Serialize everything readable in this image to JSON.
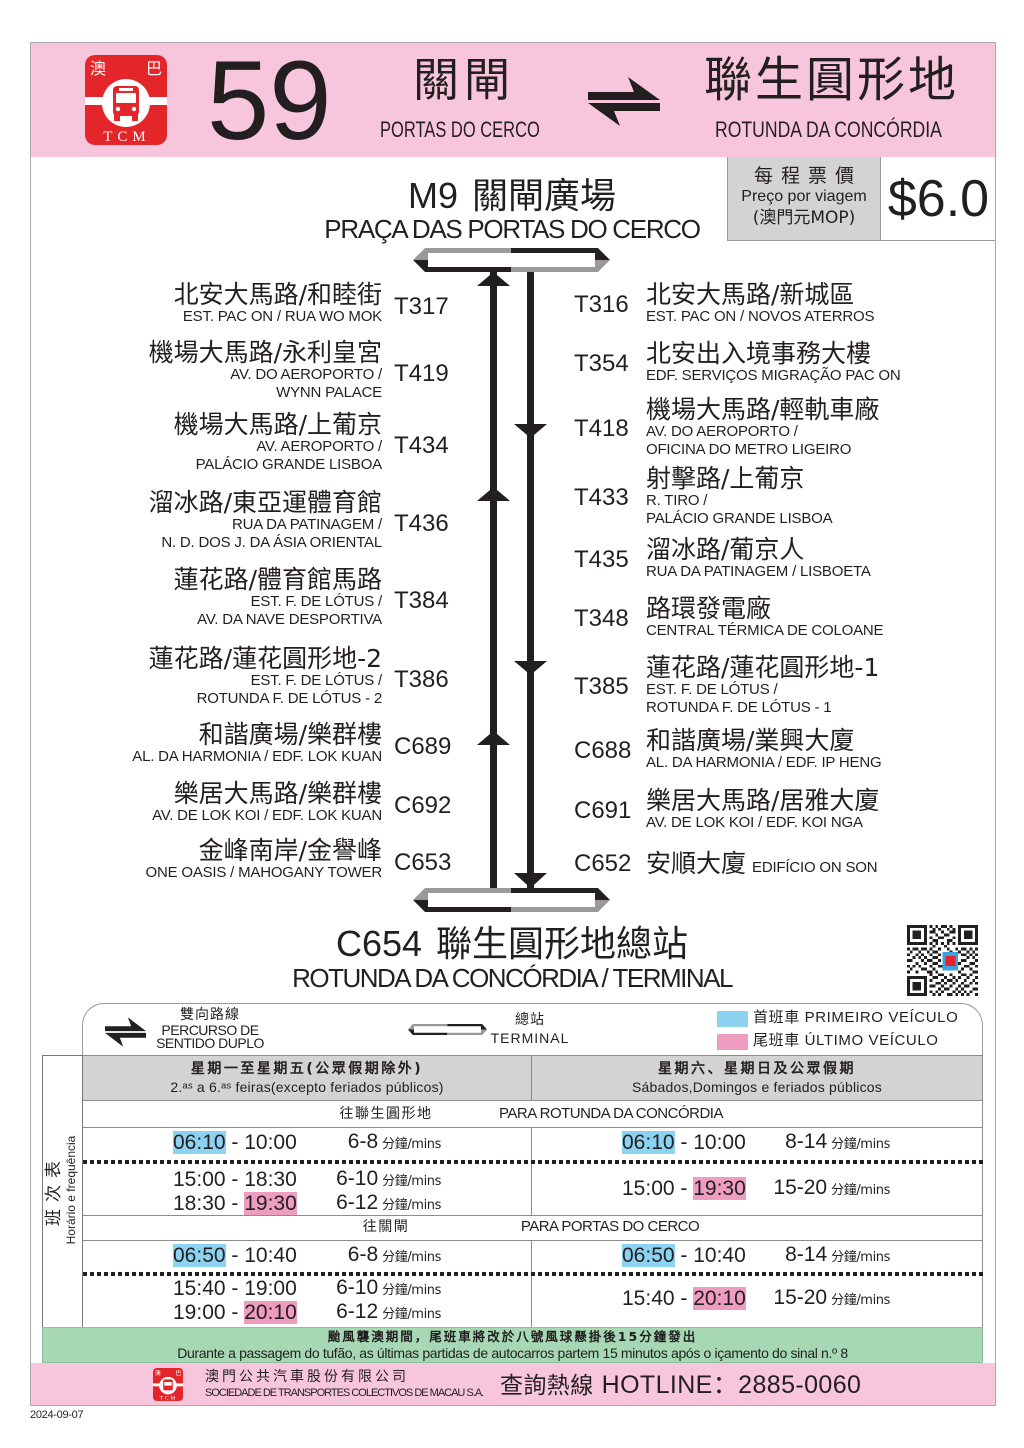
{
  "colors": {
    "header_pink": "#F8C6DC",
    "brand_red": "#E4262B",
    "fare_gray": "#D3D3D3",
    "first_bus_blue": "#8BD3F0",
    "last_bus_pink": "#EE9CC0",
    "notice_green": "#A6D8B4",
    "text": "#231F20"
  },
  "header": {
    "logo": {
      "char_left": "澳",
      "char_right": "巴",
      "brand": "TCM"
    },
    "route_number": "59",
    "origin": {
      "zh": "關閘",
      "pt": "PORTAS DO CERCO"
    },
    "direction_icon": "bidirectional-arrows-icon",
    "destination": {
      "zh": "聯生圓形地",
      "pt": "ROTUNDA DA CONCÓRDIA"
    }
  },
  "fare": {
    "label_zh": "每程票價",
    "label_pt": "Preço por viagem",
    "currency": "(澳門元MOP)",
    "amount": "$6.0"
  },
  "route_map": {
    "start_terminal": {
      "code": "M9",
      "zh": "關閘廣場",
      "pt": "PRAÇA DAS PORTAS DO CERCO"
    },
    "end_terminal": {
      "code": "C654",
      "zh": "聯生圓形地總站",
      "pt": "ROTUNDA DA CONCÓRDIA / TERMINAL"
    },
    "left_stops_arrow": "up",
    "left_stops": [
      {
        "code": "T317",
        "zh": "北安大馬路/和睦街",
        "pt": [
          "EST. PAC ON / RUA WO MOK"
        ]
      },
      {
        "code": "T419",
        "zh": "機場大馬路/永利皇宮",
        "pt": [
          "AV. DO AEROPORTO /",
          "WYNN PALACE"
        ]
      },
      {
        "code": "T434",
        "zh": "機場大馬路/上葡京",
        "pt": [
          "AV. AEROPORTO /",
          "PALÁCIO GRANDE LISBOA"
        ]
      },
      {
        "code": "T436",
        "zh": "溜冰路/東亞運體育館",
        "pt": [
          "RUA DA PATINAGEM /",
          "N. D. DOS J. DA ÁSIA ORIENTAL"
        ]
      },
      {
        "code": "T384",
        "zh": "蓮花路/體育館馬路",
        "pt": [
          "EST. F. DE LÓTUS /",
          "AV. DA NAVE DESPORTIVA"
        ]
      },
      {
        "code": "T386",
        "zh": "蓮花路/蓮花圓形地-2",
        "pt": [
          "EST. F. DE LÓTUS /",
          "ROTUNDA F. DE LÓTUS - 2"
        ]
      },
      {
        "code": "C689",
        "zh": "和諧廣場/樂群樓",
        "pt": [
          "AL. DA HARMONIA / EDF. LOK KUAN"
        ]
      },
      {
        "code": "C692",
        "zh": "樂居大馬路/樂群樓",
        "pt": [
          "AV. DE LOK KOI / EDF. LOK KUAN"
        ]
      },
      {
        "code": "C653",
        "zh": "金峰南岸/金譽峰",
        "pt": [
          "ONE OASIS / MAHOGANY TOWER"
        ]
      }
    ],
    "right_stops_arrow": "down",
    "right_stops": [
      {
        "code": "T316",
        "zh": "北安大馬路/新城區",
        "pt": [
          "EST. PAC ON / NOVOS ATERROS"
        ]
      },
      {
        "code": "T354",
        "zh": "北安出入境事務大樓",
        "pt": [
          "EDF. SERVIÇOS MIGRAÇÃO PAC ON"
        ]
      },
      {
        "code": "T418",
        "zh": "機場大馬路/輕軌車廠",
        "pt": [
          "AV. DO AEROPORTO /",
          "OFICINA DO METRO LIGEIRO"
        ]
      },
      {
        "code": "T433",
        "zh": "射擊路/上葡京",
        "pt": [
          "R. TIRO /",
          "PALÁCIO GRANDE LISBOA"
        ]
      },
      {
        "code": "T435",
        "zh": "溜冰路/葡京人",
        "pt": [
          "RUA DA PATINAGEM / LISBOETA"
        ]
      },
      {
        "code": "T348",
        "zh": "路環發電廠",
        "pt": [
          "CENTRAL TÉRMICA DE COLOANE"
        ]
      },
      {
        "code": "T385",
        "zh": "蓮花路/蓮花圓形地-1",
        "pt": [
          "EST. F. DE LÓTUS /",
          "ROTUNDA F. DE LÓTUS - 1"
        ]
      },
      {
        "code": "C688",
        "zh": "和諧廣場/業興大廈",
        "pt": [
          "AL. DA HARMONIA / EDF. IP HENG"
        ]
      },
      {
        "code": "C691",
        "zh": "樂居大馬路/居雅大廈",
        "pt": [
          "AV. DE LOK KOI / EDF. KOI NGA"
        ]
      },
      {
        "code": "C652",
        "zh": "安順大廈",
        "pt": [
          "EDIFÍCIO ON SON"
        ]
      }
    ]
  },
  "legend": {
    "bidirectional": {
      "zh": "雙向路線",
      "pt": [
        "PERCURSO DE",
        "SENTIDO DUPLO"
      ]
    },
    "terminal": {
      "zh": "總站",
      "pt": "TERMINAL"
    },
    "first_bus": {
      "zh": "首班車",
      "pt": "PRIMEIRO VEÍCULO"
    },
    "last_bus": {
      "zh": "尾班車",
      "pt": "ÚLTIMO VEÍCULO"
    }
  },
  "timetable": {
    "side_label": {
      "zh": "班次表",
      "pt": "Horário e frequência"
    },
    "columns": [
      {
        "zh": "星期一至星期五(公眾假期除外)",
        "pt": "2.ᵃˢ a 6.ᵃˢ feiras(excepto feriados públicos)"
      },
      {
        "zh": "星期六、星期日及公眾假期",
        "pt": "Sábados,Domingos e feriados públicos"
      }
    ],
    "range_separator": " - ",
    "unit": "分鐘/mins",
    "directions": [
      {
        "zh": "往聯生圓形地",
        "pt": "PARA ROTUNDA DA CONCÓRDIA",
        "weekday": [
          {
            "start": "06:10",
            "end": "10:00",
            "freq": "6-8",
            "first_bus": "06:10"
          },
          {
            "start": "15:00",
            "end": "18:30",
            "freq": "6-10"
          },
          {
            "start": "18:30",
            "end": "19:30",
            "freq": "6-12",
            "last_bus": "19:30"
          }
        ],
        "weekend": [
          {
            "start": "06:10",
            "end": "10:00",
            "freq": "8-14",
            "first_bus": "06:10"
          },
          {
            "start": "15:00",
            "end": "19:30",
            "freq": "15-20",
            "last_bus": "19:30"
          }
        ]
      },
      {
        "zh": "往關閘",
        "pt": "PARA PORTAS DO CERCO",
        "weekday": [
          {
            "start": "06:50",
            "end": "10:40",
            "freq": "6-8",
            "first_bus": "06:50"
          },
          {
            "start": "15:40",
            "end": "19:00",
            "freq": "6-10"
          },
          {
            "start": "19:00",
            "end": "20:10",
            "freq": "6-12",
            "last_bus": "20:10"
          }
        ],
        "weekend": [
          {
            "start": "06:50",
            "end": "10:40",
            "freq": "8-14",
            "first_bus": "06:50"
          },
          {
            "start": "15:40",
            "end": "20:10",
            "freq": "15-20",
            "last_bus": "20:10"
          }
        ]
      }
    ]
  },
  "typhoon_notice": {
    "zh": "颱風襲澳期間，尾班車將改於八號風球懸掛後15分鐘發出",
    "pt": "Durante a passagem do tufão, as últimas partidas de autocarros partem 15 minutos após o içamento do sinal n.º 8"
  },
  "footer": {
    "company_zh": "澳門公共汽車股份有限公司",
    "company_pt": "SOCIEDADE DE TRANSPORTES COLECTIVOS DE MACAU S.A.",
    "hotline_label_zh": "查詢熱線",
    "hotline_label": "HOTLINE：",
    "hotline_number": "2885-0060"
  },
  "print_date": "2024-09-07"
}
